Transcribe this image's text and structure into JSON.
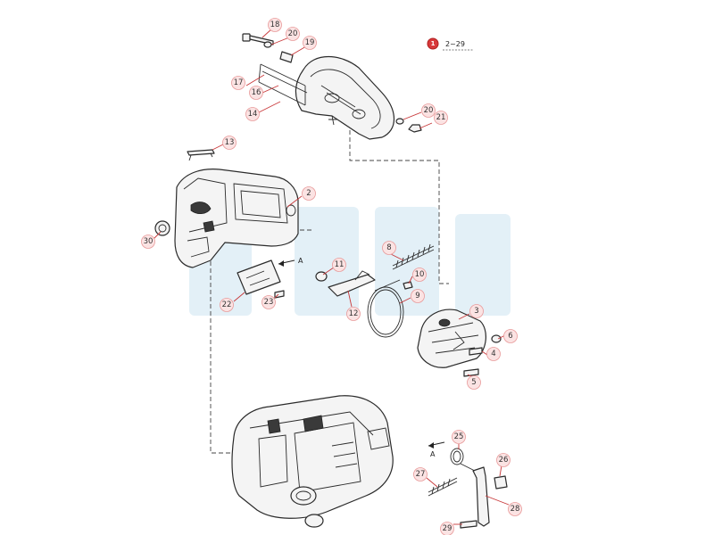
{
  "reference": {
    "number": "1",
    "range": "2~29"
  },
  "arrow_label": "A",
  "watermark_color": "#e3f0f7",
  "callout_color": "#fbe3e3",
  "leader_color": "#c8383a",
  "callouts": [
    {
      "id": "18",
      "label": "18"
    },
    {
      "id": "20a",
      "label": "20"
    },
    {
      "id": "19",
      "label": "19"
    },
    {
      "id": "17",
      "label": "17"
    },
    {
      "id": "16",
      "label": "16"
    },
    {
      "id": "14",
      "label": "14"
    },
    {
      "id": "20b",
      "label": "20"
    },
    {
      "id": "21",
      "label": "21"
    },
    {
      "id": "13",
      "label": "13"
    },
    {
      "id": "2",
      "label": "2"
    },
    {
      "id": "30",
      "label": "30"
    },
    {
      "id": "8",
      "label": "8"
    },
    {
      "id": "11",
      "label": "11"
    },
    {
      "id": "10",
      "label": "10"
    },
    {
      "id": "9",
      "label": "9"
    },
    {
      "id": "12",
      "label": "12"
    },
    {
      "id": "22",
      "label": "22"
    },
    {
      "id": "23",
      "label": "23"
    },
    {
      "id": "3",
      "label": "3"
    },
    {
      "id": "6",
      "label": "6"
    },
    {
      "id": "4",
      "label": "4"
    },
    {
      "id": "5",
      "label": "5"
    },
    {
      "id": "25",
      "label": "25"
    },
    {
      "id": "26",
      "label": "26"
    },
    {
      "id": "27",
      "label": "27"
    },
    {
      "id": "28",
      "label": "28"
    },
    {
      "id": "29",
      "label": "29"
    }
  ]
}
